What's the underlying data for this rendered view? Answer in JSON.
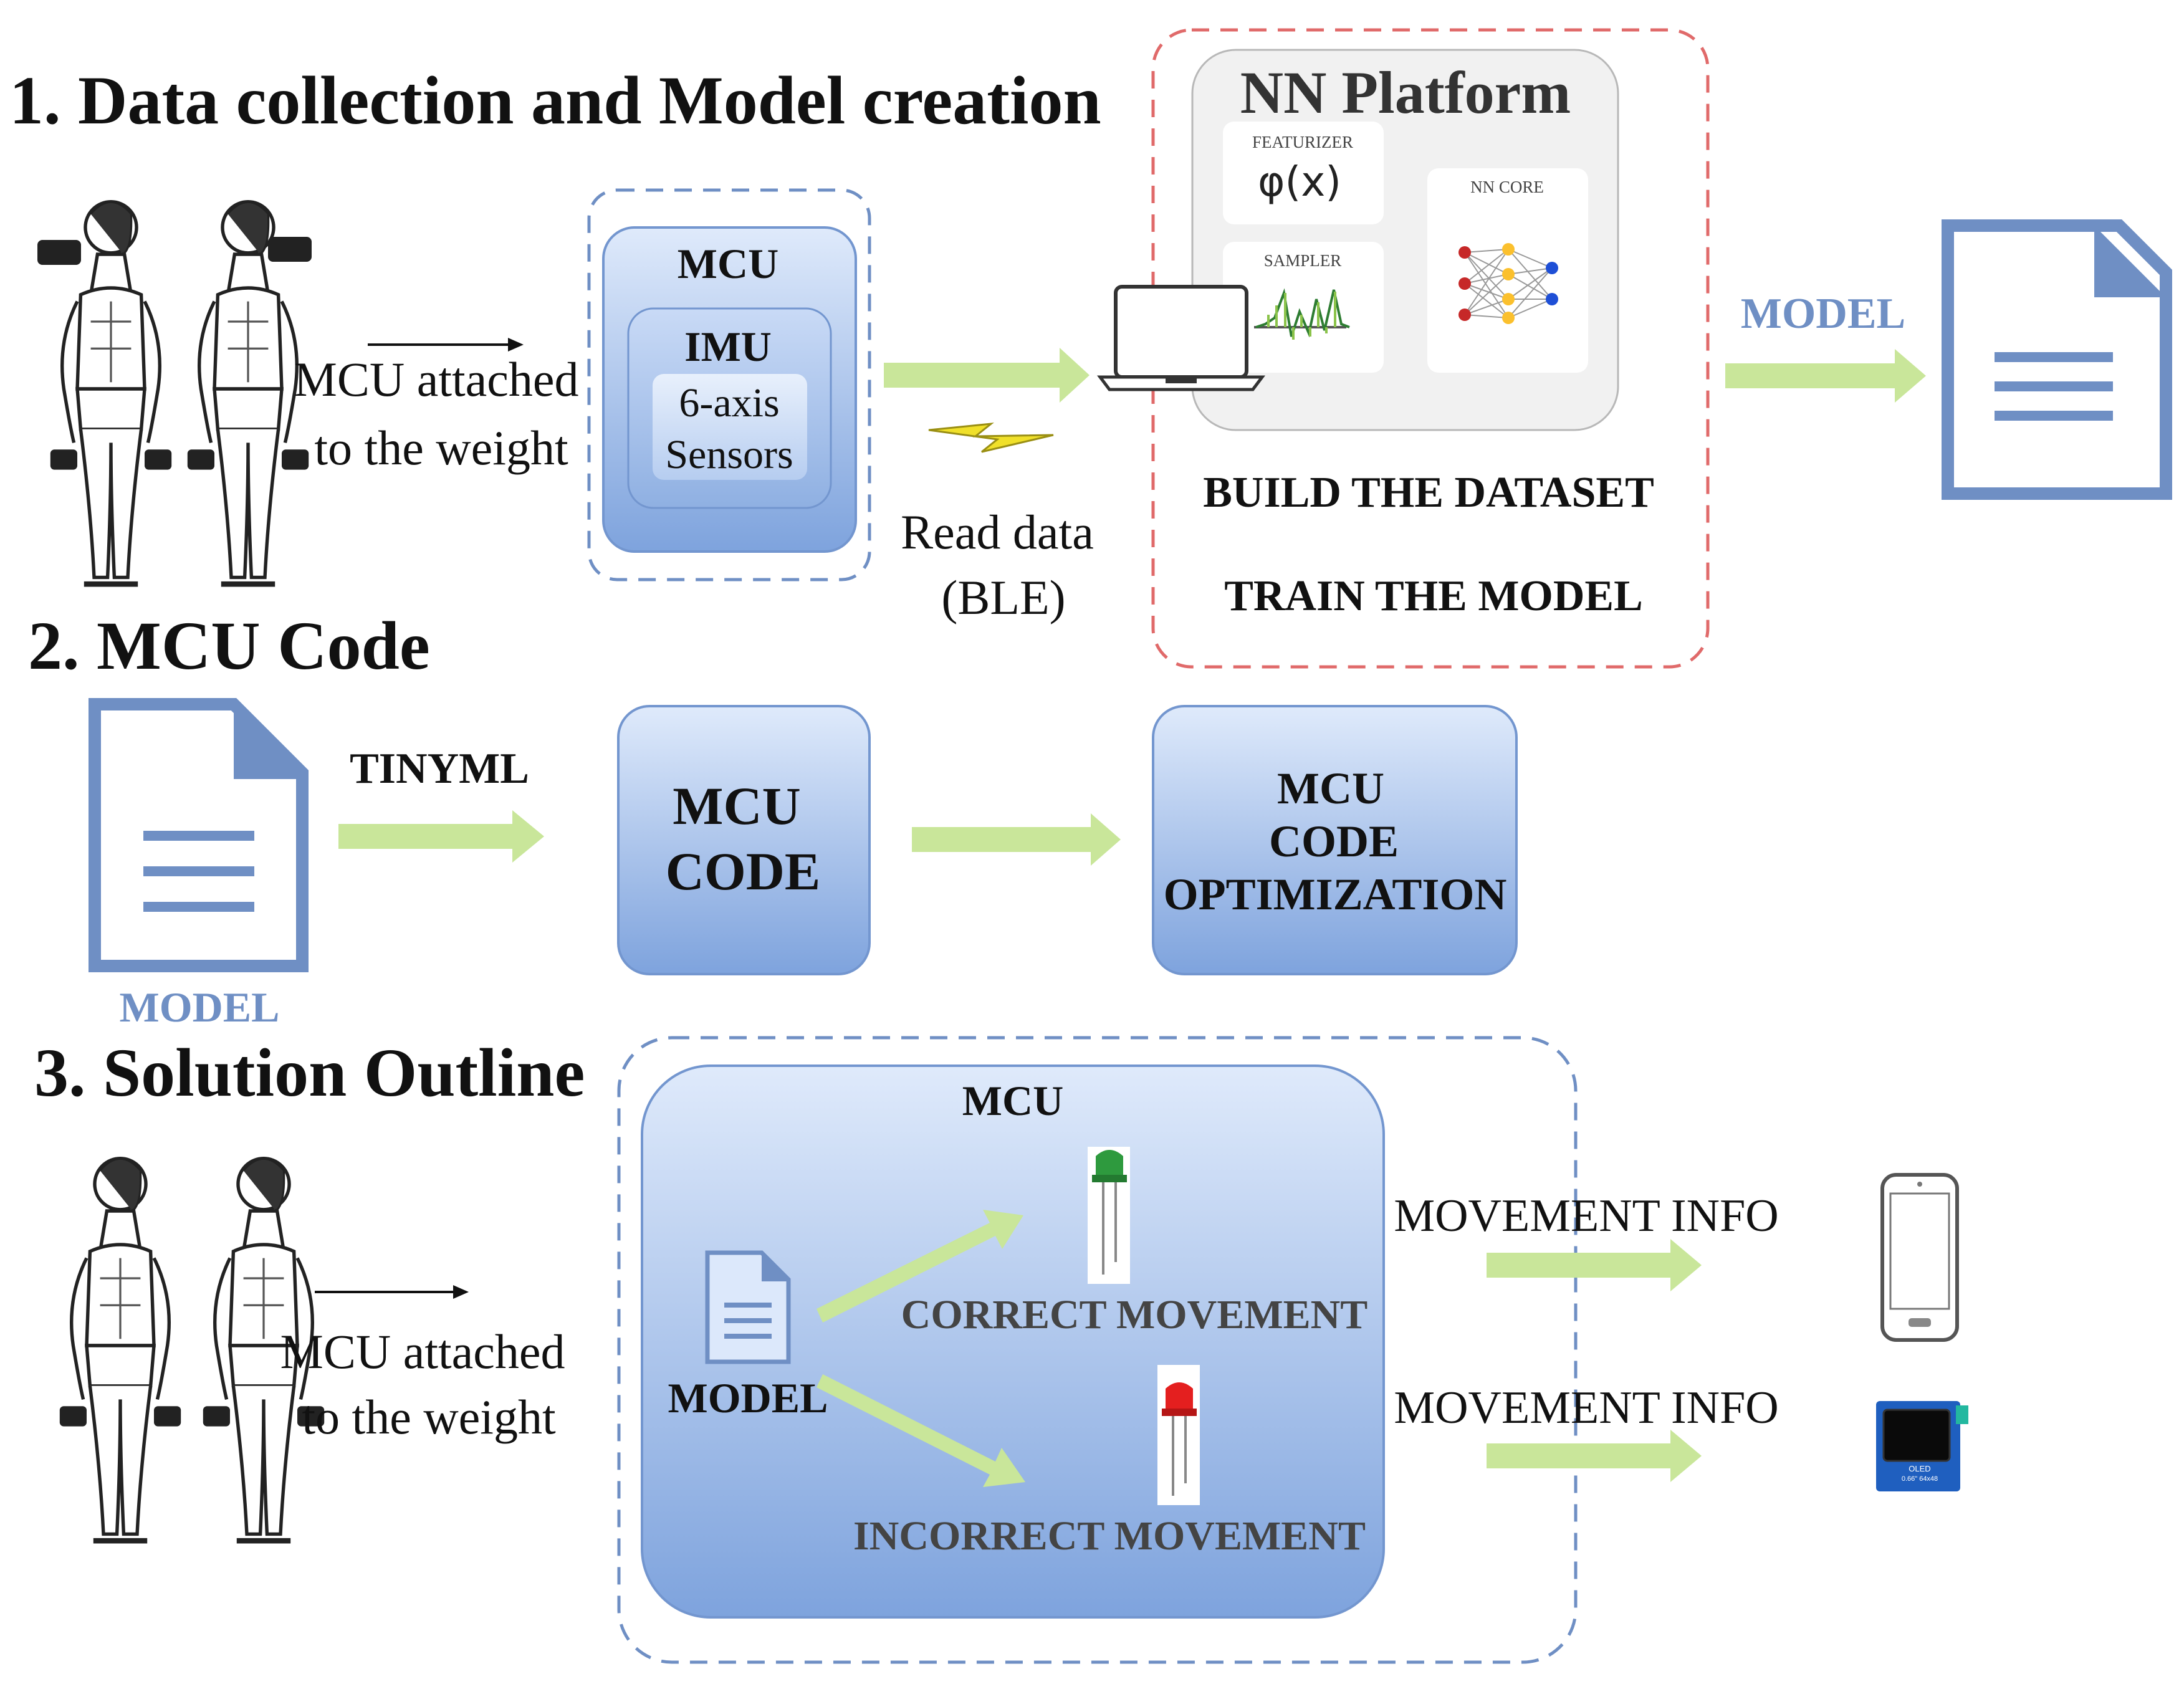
{
  "sections": {
    "s1_title": "1. Data collection and Model creation",
    "s2_title": "2. MCU Code",
    "s3_title": "3. Solution Outline"
  },
  "s1": {
    "attach_line1": "MCU attached",
    "attach_line2": "to the weight",
    "mcu": "MCU",
    "imu": "IMU",
    "sensors_line1": "6-axis",
    "sensors_line2": "Sensors",
    "read_line1": "Read data",
    "read_line2": "(BLE)",
    "platform_title": "NN Platform",
    "featurizer": "FEATURIZER",
    "featurizer_formula": "φ(x)",
    "sampler": "SAMPLER",
    "nn_core": "NN CORE",
    "build": "BUILD THE DATASET",
    "train": "TRAIN THE MODEL",
    "model": "MODEL"
  },
  "s2": {
    "model": "MODEL",
    "tinyml": "TINYML",
    "code_line1": "MCU",
    "code_line2": "CODE",
    "opt_line1": "MCU",
    "opt_line2": "CODE",
    "opt_line3": "OPTIMIZATION"
  },
  "s3": {
    "attach_line1": "MCU attached",
    "attach_line2": "to the weight",
    "mcu": "MCU",
    "model": "MODEL",
    "correct": "CORRECT MOVEMENT",
    "incorrect": "INCORRECT MOVEMENT",
    "info1": "MOVEMENT INFO",
    "info2": "MOVEMENT INFO",
    "oled_line1": "OLED",
    "oled_line2": "0.66\" 64x48"
  },
  "colors": {
    "box_top": "#dce8fb",
    "box_bottom": "#7ea2dc",
    "box_border": "#7396cf",
    "arrow_green": "#c9e69a",
    "doc_blue": "#6f8fc4",
    "dash_blue": "#6f8fc4",
    "dash_red": "#e06a6a"
  }
}
